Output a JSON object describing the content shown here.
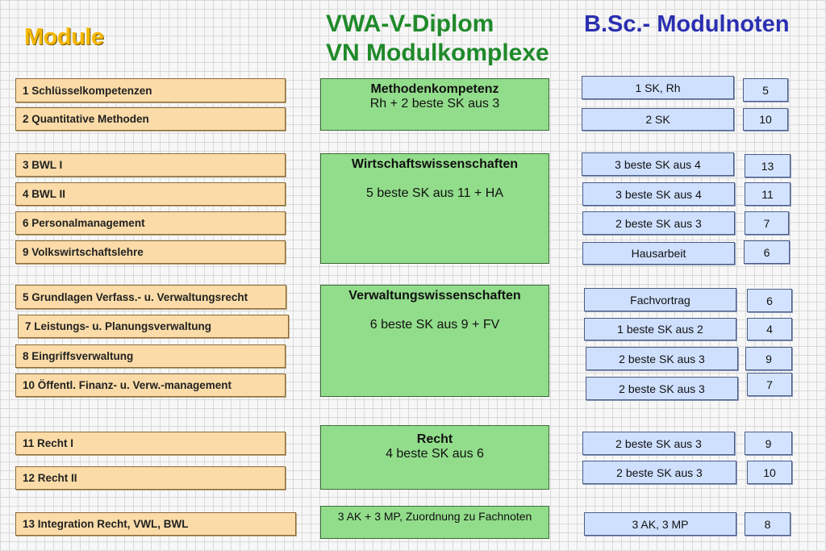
{
  "titles": {
    "module": "Module",
    "vwa": "VWA-V-Diplom",
    "vn": "VN Modulkomplexe",
    "bsc": "B.Sc.- Modulnoten"
  },
  "modules": [
    "1 Schlüsselkompetenzen",
    "2 Quantitative Methoden",
    "3 BWL I",
    "4 BWL II",
    "6 Personalmanagement",
    "9 Volkswirtschaftslehre",
    "5 Grundlagen Verfass.- u. Verwaltungsrecht",
    "7 Leistungs- u. Planungsverwaltung",
    "8 Eingriffsverwaltung",
    "10 Öffentl. Finanz- u. Verw.-management",
    "11 Recht I",
    "12 Recht II",
    "13 Integration Recht, VWL, BWL"
  ],
  "complexes": [
    {
      "heading": "Methodenkompetenz",
      "sub": "Rh + 2 beste SK aus 3"
    },
    {
      "heading": "Wirtschaftswissenschaften",
      "sub": "5 beste SK aus 11 + HA"
    },
    {
      "heading": "Verwaltungswissenschaften",
      "sub": "6 beste SK aus 9 + FV"
    },
    {
      "heading": "Recht",
      "sub": "4 beste SK aus 6"
    },
    {
      "heading": "",
      "sub": "3 AK + 3 MP, Zuordnung zu Fachnoten"
    }
  ],
  "rules": [
    "1 SK, Rh",
    "2 SK",
    "3 beste SK aus 4",
    "3 beste SK aus 4",
    "2 beste SK aus 3",
    "Hausarbeit",
    "Fachvortrag",
    "1 beste SK aus 2",
    "2 beste SK aus 3",
    "2 beste SK aus 3",
    "2 beste SK aus 3",
    "2 beste SK aus 3",
    "3 AK, 3 MP"
  ],
  "grades": [
    "5",
    "10",
    "13",
    "11",
    "7",
    "6",
    "6",
    "4",
    "9",
    "7",
    "9",
    "10",
    "8"
  ],
  "colors": {
    "module_fill": "#fbdca8",
    "complex_fill": "#92dd8b",
    "rule_fill": "#cfe0ff",
    "title_green": "#1f8a2a",
    "title_blue": "#2b2fb0",
    "title_gold": "#f5b800"
  }
}
